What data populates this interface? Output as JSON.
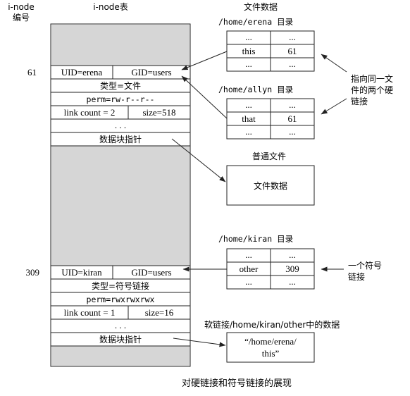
{
  "header": {
    "inode_number_line1": "i-node",
    "inode_number_line2": "编号",
    "inode_table": "i-node表",
    "file_data": "文件数据"
  },
  "inode_61": {
    "number": "61",
    "uid": "UID=erena",
    "gid": "GID=users",
    "type": "类型=文件",
    "perm": "perm=rw-r--r--",
    "link_count": "link count = 2",
    "size": "size=518",
    "ellipsis": ". . .",
    "data_pointer": "数据块指针"
  },
  "inode_309": {
    "number": "309",
    "uid": "UID=kiran",
    "gid": "GID=users",
    "type": "类型=符号链接",
    "perm": "perm=rwxrwxrwx",
    "link_count": "link count = 1",
    "size": "size=16",
    "ellipsis": ". . .",
    "data_pointer": "数据块指针"
  },
  "dir_erena": {
    "label": "/home/erena 目录",
    "rows": [
      [
        "...",
        "..."
      ],
      [
        "this",
        "61"
      ],
      [
        "...",
        "..."
      ]
    ]
  },
  "dir_allyn": {
    "label": "/home/allyn 目录",
    "rows": [
      [
        "...",
        "..."
      ],
      [
        "that",
        "61"
      ],
      [
        "...",
        "..."
      ]
    ]
  },
  "dir_kiran": {
    "label": "/home/kiran 目录",
    "rows": [
      [
        "...",
        "..."
      ],
      [
        "other",
        "309"
      ],
      [
        "...",
        "..."
      ]
    ]
  },
  "hardlink_note": {
    "line1": "指向同一文",
    "line2": "件的两个硬",
    "line3": "链接"
  },
  "regular_file": {
    "label": "普通文件",
    "content": "文件数据"
  },
  "symlink_note": {
    "line1": "一个符号",
    "line2": "链接"
  },
  "symlink_data": {
    "label": "软链接/home/kiran/other中的数据",
    "line1": "“/home/erena/",
    "line2": "this”"
  },
  "caption": "对硬链接和符号链接的展现"
}
